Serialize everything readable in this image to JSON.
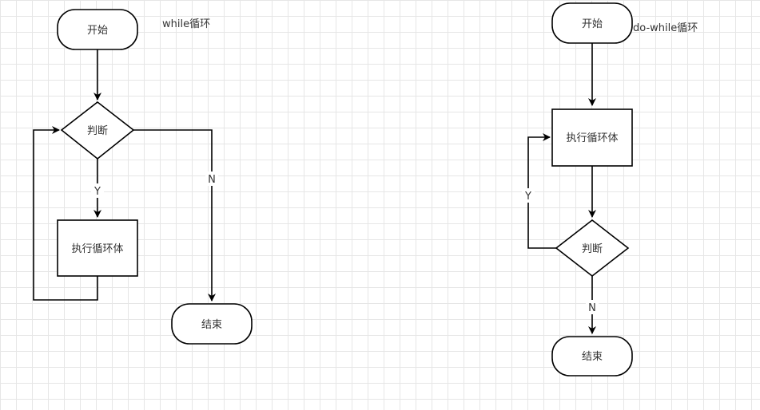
{
  "while_loop": {
    "caption": "while循环",
    "start": "开始",
    "decision": "判断",
    "body": "执行循环体",
    "end": "结束",
    "yes_label": "Y",
    "no_label": "N"
  },
  "do_while_loop": {
    "caption": "do-while循环",
    "start": "开始",
    "body": "执行循环体",
    "decision": "判断",
    "end": "结束",
    "yes_label": "Y",
    "no_label": "N"
  },
  "colors": {
    "stroke": "#000000",
    "text": "#333333",
    "grid": "#e6e6e6",
    "background": "#ffffff"
  }
}
